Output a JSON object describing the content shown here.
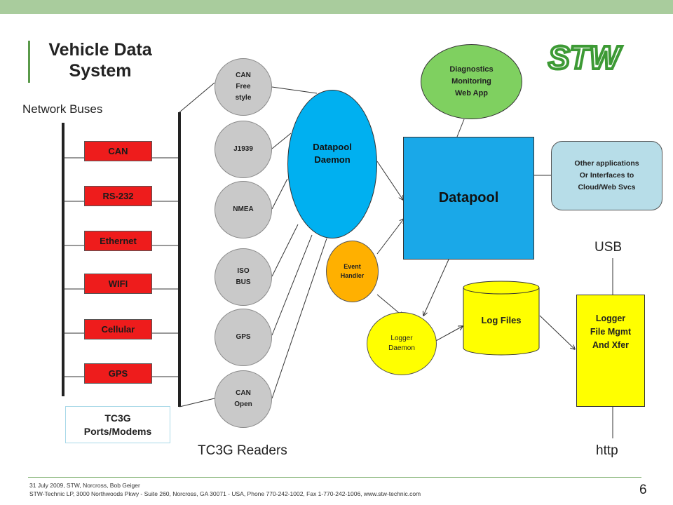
{
  "title": "Vehicle Data\nSystem",
  "network_buses_label": "Network Buses",
  "buses": [
    "CAN",
    "RS-232",
    "Ethernet",
    "WIFI",
    "Cellular",
    "GPS"
  ],
  "ports_label": "TC3G\nPorts/Modems",
  "readers": [
    "CAN\nFree\nstyle",
    "J1939",
    "NMEA",
    "ISO\nBUS",
    "GPS",
    "CAN\nOpen"
  ],
  "readers_label": "TC3G Readers",
  "datapool_daemon": "Datapool\nDaemon",
  "datapool": "Datapool",
  "diagnostics": "Diagnostics\nMonitoring\nWeb App",
  "other_apps": "Other applications\nOr Interfaces to\nCloud/Web Svcs",
  "event_handler": "Event\nHandler",
  "logger_daemon": "Logger\nDaemon",
  "log_files": "Log Files",
  "logger_file_mgmt": "Logger\nFile Mgmt\nAnd Xfer",
  "usb_label": "USB",
  "http_label": "http",
  "logo_text": "STW",
  "footer": {
    "line1": "31 July 2009, STW, Norcross, Bob Geiger",
    "line2": "STW-Technic LP, 3000 Northwoods Pkwy - Suite 260, Norcross, GA 30071 - USA, Phone 770-242-1002, Fax 1-770-242-1006, www.stw-technic.com",
    "page": "6"
  },
  "colors": {
    "bus_red": "#ee1c1c",
    "reader_gray": "#c9c9c9",
    "daemon_blue": "#00b0f0",
    "datapool_blue": "#1aa8e8",
    "diagnostics_green": "#7fd060",
    "other_apps_blue": "#b7dde8",
    "event_orange": "#ffb000",
    "log_yellow": "#ffff00",
    "logo_green": "#3d9a35",
    "accent_green": "#a9cc9d"
  }
}
